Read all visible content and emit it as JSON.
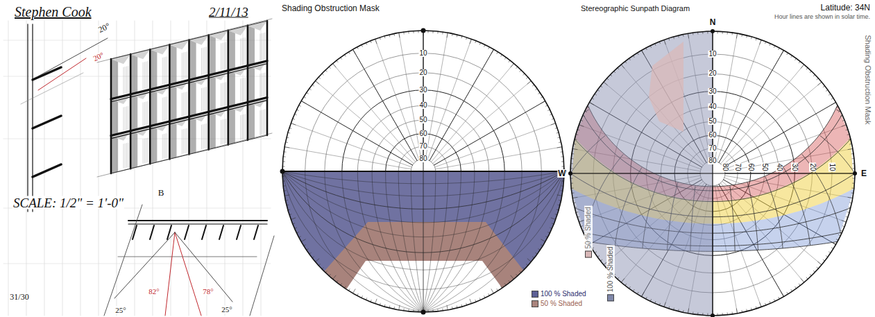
{
  "diagram": {
    "labels": [
      "Stephen Cook",
      "2/11/13",
      "20°",
      "20°",
      "B",
      "SCALE: 1/2\" = 1'-0\"",
      "31/30",
      "82°",
      "78°",
      "25°",
      "25°",
      "Shading Obstruction Mask",
      "10",
      "20",
      "30",
      "40",
      "50",
      "60",
      "70",
      "80",
      "Stereographic Sunpath Diagram",
      "Latitude: 34N",
      "Hour lines are shown in solar time.",
      "Shading Obstruction Mask",
      "N",
      "W",
      "E",
      "10",
      "20",
      "30",
      "40",
      "50",
      "60",
      "70",
      "80",
      "80",
      "70",
      "60",
      "50",
      "40",
      "30",
      "20",
      "10"
    ],
    "legend": [
      {
        "text": "100 % Shaded",
        "color": "#5c5f94"
      },
      {
        "text": "50 % Shaded",
        "color": "#a8837c"
      },
      {
        "text": "100 % Shaded",
        "color": "#8088aa"
      },
      {
        "text": "50 % Shaded",
        "color": "#d9b8b8"
      }
    ]
  }
}
